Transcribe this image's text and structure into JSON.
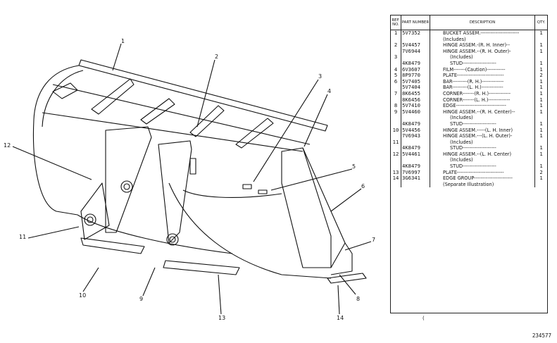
{
  "callouts": [
    "1",
    "2",
    "3",
    "4",
    "5",
    "6",
    "7",
    "8",
    "9",
    "10",
    "11",
    "12",
    "13",
    "14"
  ],
  "table": {
    "headers": {
      "ref": "REF. NO.",
      "part": "PART NUMBER",
      "desc": "DESCRIPTION",
      "qty": "QTY."
    },
    "rows": [
      {
        "ref": "1",
        "part": "5V7352",
        "desc": "BUCKET ASSEM.-----------------------",
        "qty": "1",
        "indent": 0
      },
      {
        "ref": "",
        "part": "",
        "desc": "(Includes)",
        "qty": "",
        "indent": 1
      },
      {
        "ref": "2",
        "part": "5V4457",
        "desc": "HINGE ASSEM.-(R. H. Inner)--",
        "qty": "1",
        "indent": 1
      },
      {
        "ref": "",
        "part": "7V6944",
        "desc": "HINGE ASSEM.--(R. H. Outer)-",
        "qty": "1",
        "indent": 1
      },
      {
        "ref": "3",
        "part": "",
        "desc": "(Includes)",
        "qty": "",
        "indent": 2
      },
      {
        "ref": "",
        "part": "4K8479",
        "desc": "STUD--------------------",
        "qty": "1",
        "indent": 2
      },
      {
        "ref": "4",
        "part": "6V3607",
        "desc": "FILM-------(Caution)-----------",
        "qty": "1",
        "indent": 1
      },
      {
        "ref": "5",
        "part": "8P9770",
        "desc": "PLATE----------------------------",
        "qty": "2",
        "indent": 1
      },
      {
        "ref": "6",
        "part": "5V7405",
        "desc": "BAR---------(R. H.)-------------",
        "qty": "1",
        "indent": 1
      },
      {
        "ref": "",
        "part": "5V7404",
        "desc": "BAR---------(L. H.)-------------",
        "qty": "1",
        "indent": 1
      },
      {
        "ref": "7",
        "part": "8K6455",
        "desc": "CORNER-------(R. H.)-------------",
        "qty": "1",
        "indent": 1
      },
      {
        "ref": "",
        "part": "8K6456",
        "desc": "CORNER-------(L. H.)-------------",
        "qty": "1",
        "indent": 1
      },
      {
        "ref": "8",
        "part": "5V7410",
        "desc": "EDGE------------------------------",
        "qty": "1",
        "indent": 1
      },
      {
        "ref": "9",
        "part": "5V4460",
        "desc": "HINGE ASSEM.--(R. H. Center)--",
        "qty": "1",
        "indent": 1
      },
      {
        "ref": "",
        "part": "",
        "desc": "(Includes)",
        "qty": "",
        "indent": 2
      },
      {
        "ref": "",
        "part": "4K8479",
        "desc": "STUD--------------------",
        "qty": "1",
        "indent": 2
      },
      {
        "ref": "10",
        "part": "5V4456",
        "desc": "HINGE ASSEM.-----(L. H. Inner)",
        "qty": "1",
        "indent": 1
      },
      {
        "ref": "",
        "part": "7V6943",
        "desc": "HINGE ASSEM.---(L. H. Outer)-",
        "qty": "1",
        "indent": 1
      },
      {
        "ref": "11",
        "part": "",
        "desc": "(Includes)",
        "qty": "",
        "indent": 2
      },
      {
        "ref": "",
        "part": "4K8479",
        "desc": "STUD--------------------",
        "qty": "1",
        "indent": 2
      },
      {
        "ref": "12",
        "part": "5V4461",
        "desc": "HINGE ASSEM.--(L. H. Center)",
        "qty": "1",
        "indent": 1
      },
      {
        "ref": "",
        "part": "",
        "desc": "(Includes)",
        "qty": "",
        "indent": 2
      },
      {
        "ref": "",
        "part": "4K8479",
        "desc": "STUD--------------------",
        "qty": "1",
        "indent": 2
      },
      {
        "ref": "13",
        "part": "7V6997",
        "desc": "PLATE----------------------------",
        "qty": "2",
        "indent": 1
      },
      {
        "ref": "14",
        "part": "3G6341",
        "desc": "EDGE GROUP-----------------------",
        "qty": "1",
        "indent": 0
      },
      {
        "ref": "",
        "part": "",
        "desc": "(Separate Illustration)",
        "qty": "",
        "indent": 1
      }
    ]
  },
  "footer_mark": "(",
  "figure_number": "234577"
}
